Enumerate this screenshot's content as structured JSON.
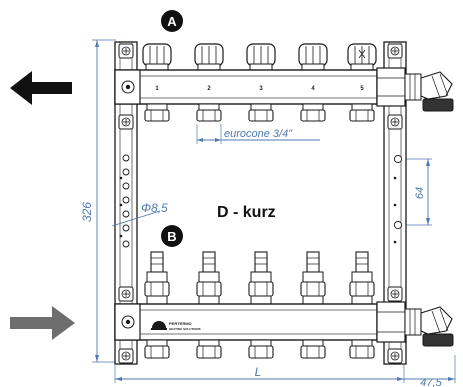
{
  "title": "D - kurz",
  "labels": {
    "badge_a": "A",
    "badge_b": "B",
    "eurocone": "eurocone 3/4\"",
    "hole_diameter": "Φ8,5",
    "height_total": "326",
    "hole_spacing": "64",
    "length": "L",
    "side_offset": "47,5"
  },
  "port_numbers": [
    "1",
    "2",
    "3",
    "4",
    "5"
  ],
  "logo_lines": [
    "PERTERMO",
    "HEATING SOLUTIONS"
  ],
  "colors": {
    "dimension": "#4f79b0",
    "line": "#1a1a1a",
    "outflow_arrow": "#111111",
    "inflow_arrow": "#6e6e6e"
  },
  "icons": [
    "left-arrow-icon",
    "right-arrow-icon",
    "screw-icon",
    "air-vent-icon"
  ]
}
